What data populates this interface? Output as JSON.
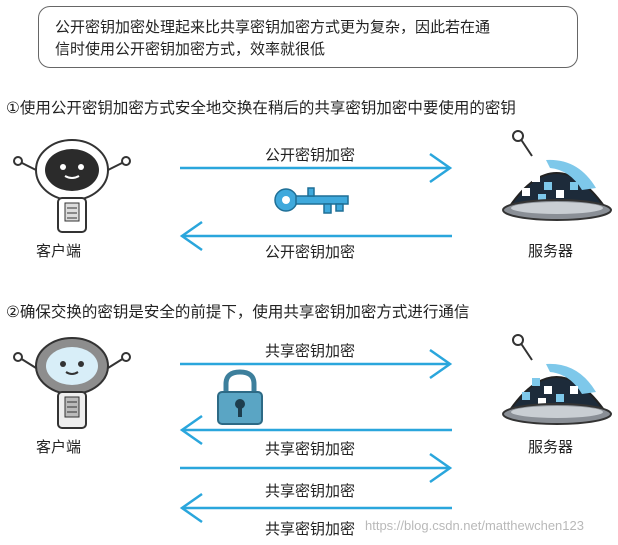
{
  "note": {
    "line1": "公开密钥加密处理起来比共享密钥加密方式更为复杂，因此若在通",
    "line2": "信时使用公开密钥加密方式，效率就很低"
  },
  "step1": {
    "heading": "①使用公开密钥加密方式安全地交换在稍后的共享密钥加密中要使用的密钥",
    "client_label": "客户端",
    "server_label": "服务器",
    "arrow_top_label": "公开密钥加密",
    "arrow_bottom_label": "公开密钥加密",
    "key_icon": "key-icon"
  },
  "step2": {
    "heading": "②确保交换的密钥是安全的前提下，使用共享密钥加密方式进行通信",
    "client_label": "客户端",
    "server_label": "服务器",
    "arrow_labels": [
      "共享密钥加密",
      "共享密钥加密",
      "共享密钥加密",
      "共享密钥加密"
    ],
    "lock_icon": "padlock-icon"
  },
  "watermark": "https://blog.csdn.net/matthewchen123",
  "colors": {
    "arrow": "#2aa6dc",
    "key": "#3fa9dc",
    "lock": "#5aa5c4",
    "robot_dark": "#2b2b2b",
    "server_dark": "#1d2b3a",
    "server_light": "#7ec8ea"
  }
}
